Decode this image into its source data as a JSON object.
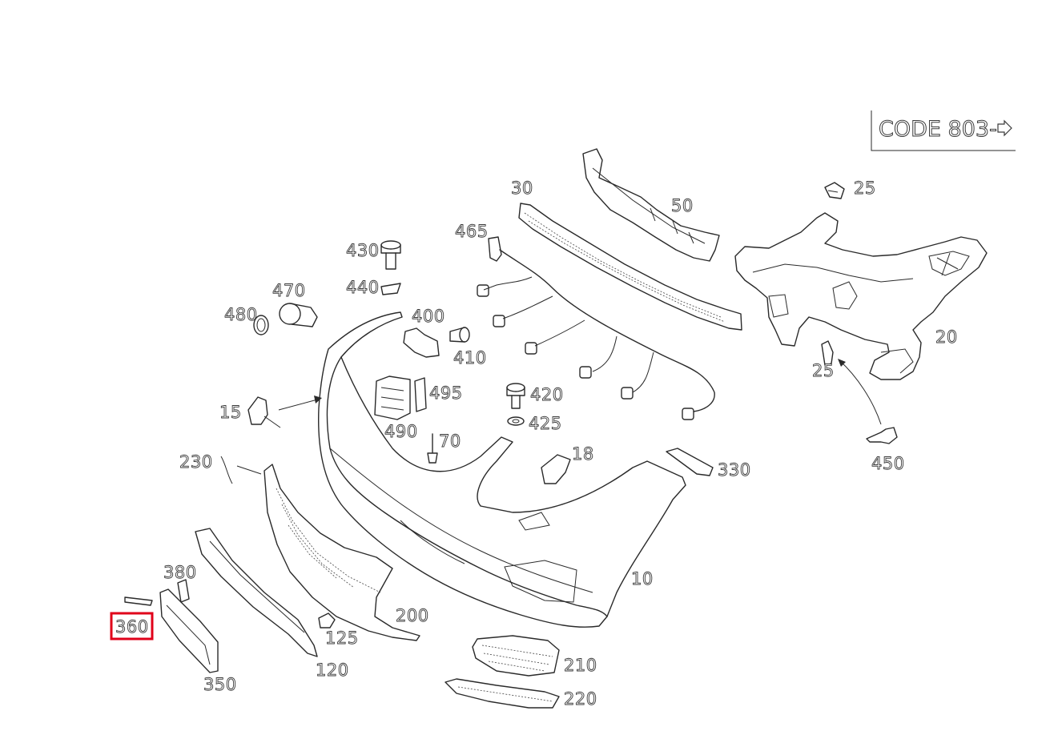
{
  "code_box": {
    "text": "CODE 803-",
    "arrow_icon": "hollow-arrow-right-icon"
  },
  "highlight": {
    "part": "360",
    "color": "#e0001a"
  },
  "labels": [
    {
      "id": "25a",
      "text": "25"
    },
    {
      "id": "30",
      "text": "30"
    },
    {
      "id": "50",
      "text": "50"
    },
    {
      "id": "465",
      "text": "465"
    },
    {
      "id": "430",
      "text": "430"
    },
    {
      "id": "440",
      "text": "440"
    },
    {
      "id": "470",
      "text": "470"
    },
    {
      "id": "480",
      "text": "480"
    },
    {
      "id": "400",
      "text": "400"
    },
    {
      "id": "410",
      "text": "410"
    },
    {
      "id": "20",
      "text": "20"
    },
    {
      "id": "25b",
      "text": "25"
    },
    {
      "id": "495",
      "text": "495"
    },
    {
      "id": "490",
      "text": "490"
    },
    {
      "id": "420",
      "text": "420"
    },
    {
      "id": "425",
      "text": "425"
    },
    {
      "id": "15",
      "text": "15"
    },
    {
      "id": "70",
      "text": "70"
    },
    {
      "id": "450",
      "text": "450"
    },
    {
      "id": "230",
      "text": "230"
    },
    {
      "id": "18",
      "text": "18"
    },
    {
      "id": "330",
      "text": "330"
    },
    {
      "id": "380",
      "text": "380"
    },
    {
      "id": "10",
      "text": "10"
    },
    {
      "id": "200",
      "text": "200"
    },
    {
      "id": "360",
      "text": "360"
    },
    {
      "id": "125",
      "text": "125"
    },
    {
      "id": "120",
      "text": "120"
    },
    {
      "id": "210",
      "text": "210"
    },
    {
      "id": "350",
      "text": "350"
    },
    {
      "id": "220",
      "text": "220"
    }
  ]
}
